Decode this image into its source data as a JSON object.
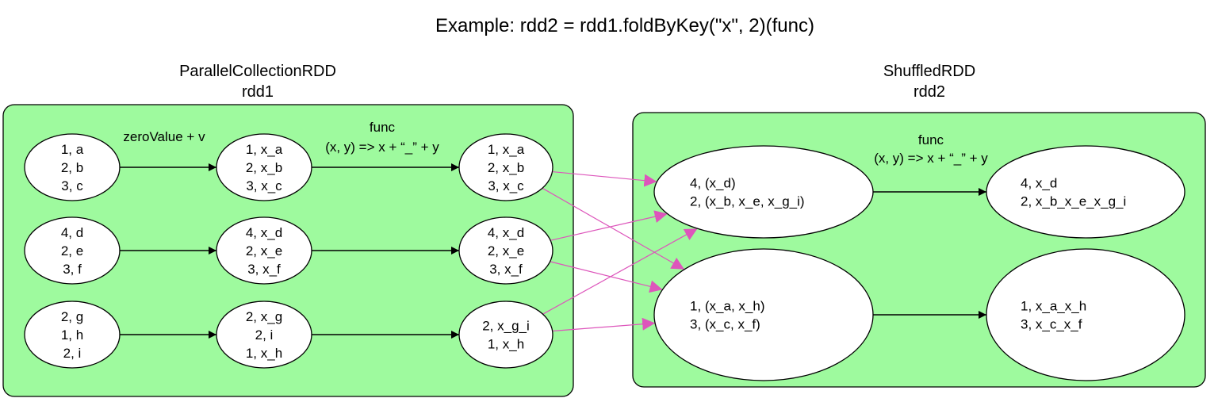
{
  "title": "Example: rdd2 = rdd1.foldByKey(\"x\", 2)(func)",
  "colors": {
    "cluster_fill": "#9efa9e",
    "cluster_stroke": "#000000",
    "node_fill": "#ffffff",
    "node_stroke": "#000000",
    "edge": "#000000",
    "shuffle_edge": "#dd55bb"
  },
  "rdds": [
    {
      "id": "rdd1",
      "type_label": "ParallelCollectionRDD",
      "name": "rdd1",
      "partitions": [
        {
          "id": "rdd1_p0",
          "lines": [
            "1, a",
            "2, b",
            "3, c"
          ]
        },
        {
          "id": "rdd1_p1",
          "lines": [
            "4, d",
            "2, e",
            "3, f"
          ]
        },
        {
          "id": "rdd1_p2",
          "lines": [
            "2, g",
            "1, h",
            "2, i"
          ]
        },
        {
          "id": "mapped_p0",
          "lines": [
            "1, x_a",
            "2, x_b",
            "3, x_c"
          ]
        },
        {
          "id": "mapped_p1",
          "lines": [
            "4, x_d",
            "2, x_e",
            "3, x_f"
          ]
        },
        {
          "id": "mapped_p2",
          "lines": [
            "2, x_g",
            "2, i",
            "1, x_h"
          ]
        },
        {
          "id": "folded_p0",
          "lines": [
            "1, x_a",
            "2, x_b",
            "3, x_c"
          ]
        },
        {
          "id": "folded_p1",
          "lines": [
            "4, x_d",
            "2, x_e",
            "3, x_f"
          ]
        },
        {
          "id": "folded_p2",
          "lines": [
            "2, x_g_i",
            "1, x_h"
          ]
        }
      ]
    },
    {
      "id": "rdd2",
      "type_label": "ShuffledRDD",
      "name": "rdd2",
      "partitions": [
        {
          "id": "shuffled_p0",
          "lines": [
            "4, (x_d)",
            "2, (x_b, x_e, x_g_i)"
          ]
        },
        {
          "id": "shuffled_p1",
          "lines": [
            "1, (x_a, x_h)",
            "3, (x_c, x_f)"
          ]
        },
        {
          "id": "result_p0",
          "lines": [
            "4, x_d",
            "2, x_b_x_e_x_g_i"
          ]
        },
        {
          "id": "result_p1",
          "lines": [
            "1, x_a_x_h",
            "3, x_c_x_f"
          ]
        }
      ]
    }
  ],
  "edge_labels": {
    "map_label": "zeroValue + v",
    "fold_label_1": "func",
    "fold_label_2": "(x, y) => x + “_” + y",
    "reduce_label_1": "func",
    "reduce_label_2": "(x, y) => x + “_” + y"
  },
  "edges": [
    {
      "from": "rdd1_p0",
      "to": "mapped_p0",
      "kind": "narrow"
    },
    {
      "from": "rdd1_p1",
      "to": "mapped_p1",
      "kind": "narrow"
    },
    {
      "from": "rdd1_p2",
      "to": "mapped_p2",
      "kind": "narrow"
    },
    {
      "from": "mapped_p0",
      "to": "folded_p0",
      "kind": "narrow"
    },
    {
      "from": "mapped_p1",
      "to": "folded_p1",
      "kind": "narrow"
    },
    {
      "from": "mapped_p2",
      "to": "folded_p2",
      "kind": "narrow"
    },
    {
      "from": "folded_p0",
      "to": "shuffled_p0",
      "kind": "shuffle"
    },
    {
      "from": "folded_p0",
      "to": "shuffled_p1",
      "kind": "shuffle"
    },
    {
      "from": "folded_p1",
      "to": "shuffled_p0",
      "kind": "shuffle"
    },
    {
      "from": "folded_p1",
      "to": "shuffled_p1",
      "kind": "shuffle"
    },
    {
      "from": "folded_p2",
      "to": "shuffled_p0",
      "kind": "shuffle"
    },
    {
      "from": "folded_p2",
      "to": "shuffled_p1",
      "kind": "shuffle"
    },
    {
      "from": "shuffled_p0",
      "to": "result_p0",
      "kind": "narrow"
    },
    {
      "from": "shuffled_p1",
      "to": "result_p1",
      "kind": "narrow"
    }
  ]
}
